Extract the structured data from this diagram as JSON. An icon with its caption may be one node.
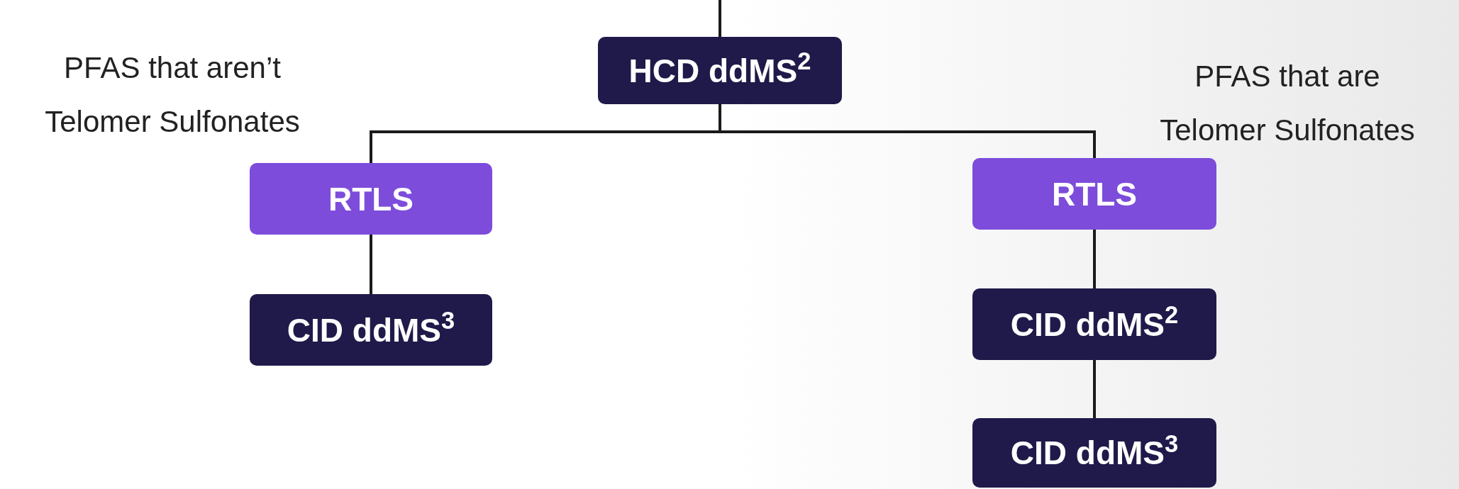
{
  "diagram": {
    "nodes": [
      {
        "text": [
          "HCD ddMS$^{2}$"
        ]
      },
      {
        "text": [
          "RTLS"
        ]
      },
      {
        "text": [
          "CID ddMS$^{3}$"
        ]
      },
      {
        "text": [
          "RTLS"
        ]
      },
      {
        "text": [
          "CID ddMS$^{2}$"
        ]
      },
      {
        "text": [
          "CID ddMS$^{3}$"
        ]
      }
    ],
    "edges": [
      {
        "from": null,
        "to": 0,
        "arrow": "none"
      },
      {
        "from": 0,
        "to": 1,
        "arrow": "none"
      },
      {
        "from": 0,
        "to": 3,
        "arrow": "none"
      },
      {
        "from": 1,
        "to": 2,
        "arrow": "none"
      },
      {
        "from": 3,
        "to": 4,
        "arrow": "none"
      },
      {
        "from": 4,
        "to": 5,
        "arrow": "none"
      }
    ],
    "labels": [
      "PFAS that aren’t Telomer Sulfonates",
      "PFAS that are Telomer Sulfonates"
    ]
  }
}
